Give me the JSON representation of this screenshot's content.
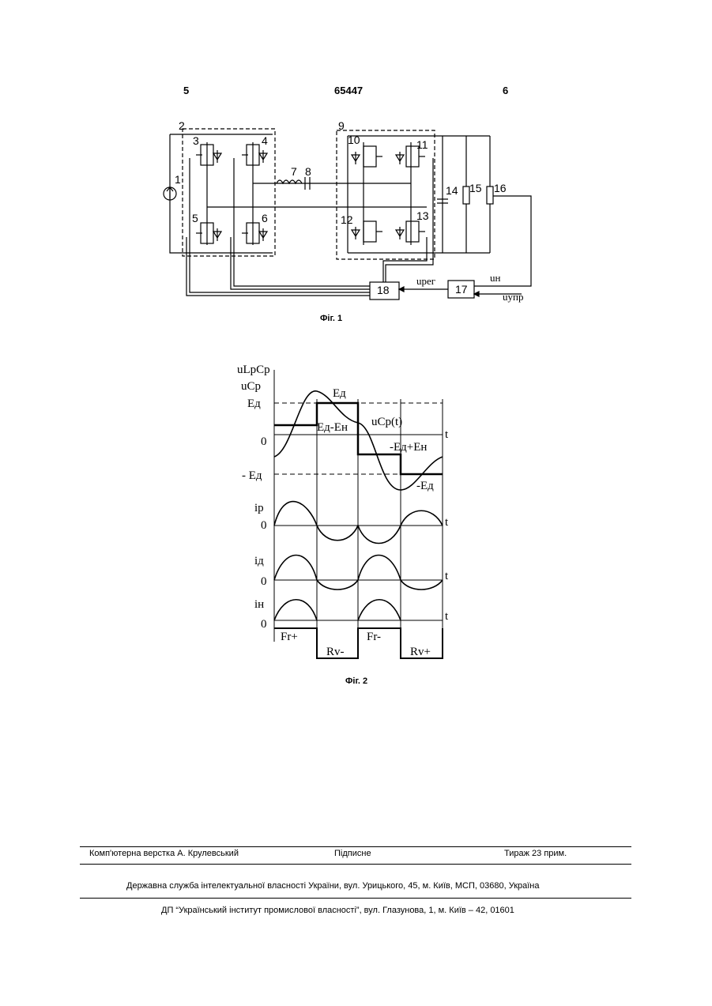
{
  "header": {
    "page_left": "5",
    "patent_number": "65447",
    "page_right": "6"
  },
  "fig1": {
    "caption": "Фіг. 1",
    "labels": {
      "n1": "1",
      "n2": "2",
      "n3": "3",
      "n4": "4",
      "n5": "5",
      "n6": "6",
      "n7": "7",
      "n8": "8",
      "n9": "9",
      "n10": "10",
      "n11": "11",
      "n12": "12",
      "n13": "13",
      "n14": "14",
      "n15": "15",
      "n16": "16",
      "n17": "17",
      "n18": "18",
      "u_reg": "uрег",
      "u_n": "uн",
      "u_upr": "uупр"
    }
  },
  "fig2": {
    "caption": "Фіг. 2",
    "labels": {
      "y_title_1": "uLpCp",
      "y_title_2": "uCp",
      "ed": "Eд",
      "zero": "0",
      "minus_ed": "- Eд",
      "t": "t",
      "ed_top": "Eд",
      "ed_minus_en": "Eд-Eн",
      "ucp_t": "uCp(t)",
      "minus_ed_plus_en": "-Eд+Eн",
      "minus_ed_right": "-Eд",
      "ip": "ip",
      "id": "iд",
      "in": "iн",
      "fr_plus": "Fr+",
      "rv_minus": "Rv-",
      "fr_minus": "Fr-",
      "rv_plus": "Rv+"
    }
  },
  "footer": {
    "layout": "Комп'ютерна верстка А. Крулевський",
    "signed": "Підписне",
    "circulation": "Тираж 23 прим.",
    "service": "Державна служба інтелектуальної власності України, вул. Урицького, 45, м. Київ, МСП, 03680, Україна",
    "institute": "ДП “Український інститут промислової власності”, вул. Глазунова, 1, м. Київ – 42, 01601"
  }
}
